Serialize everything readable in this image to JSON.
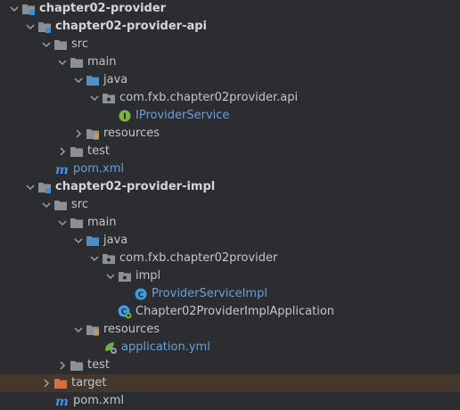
{
  "tree": {
    "rows": [
      {
        "label": "chapter02-provider"
      },
      {
        "label": "chapter02-provider-api"
      },
      {
        "label": "src"
      },
      {
        "label": "main"
      },
      {
        "label": "java"
      },
      {
        "label": "com.fxb.chapter02provider.api"
      },
      {
        "label": "IProviderService"
      },
      {
        "label": "resources"
      },
      {
        "label": "test"
      },
      {
        "label": "pom.xml"
      },
      {
        "label": "chapter02-provider-impl"
      },
      {
        "label": "src"
      },
      {
        "label": "main"
      },
      {
        "label": "java"
      },
      {
        "label": "com.fxb.chapter02provider"
      },
      {
        "label": "impl"
      },
      {
        "label": "ProviderServiceImpl"
      },
      {
        "label": "Chapter02ProviderImplApplication"
      },
      {
        "label": "resources"
      },
      {
        "label": "application.yml"
      },
      {
        "label": "test"
      },
      {
        "label": "target"
      },
      {
        "label": "pom.xml"
      }
    ]
  },
  "colors": {
    "background": "#2b2d30",
    "selected_row": "#45372c",
    "folder": "#8c8f96",
    "module_folder": "#8c8f96",
    "source_folder": "#4a90c8",
    "excluded_folder": "#d4703f",
    "interface_icon": "#7cb342",
    "class_icon": "#3d9de0",
    "maven": "#4a90e8",
    "link_text": "#6a9fd8"
  }
}
